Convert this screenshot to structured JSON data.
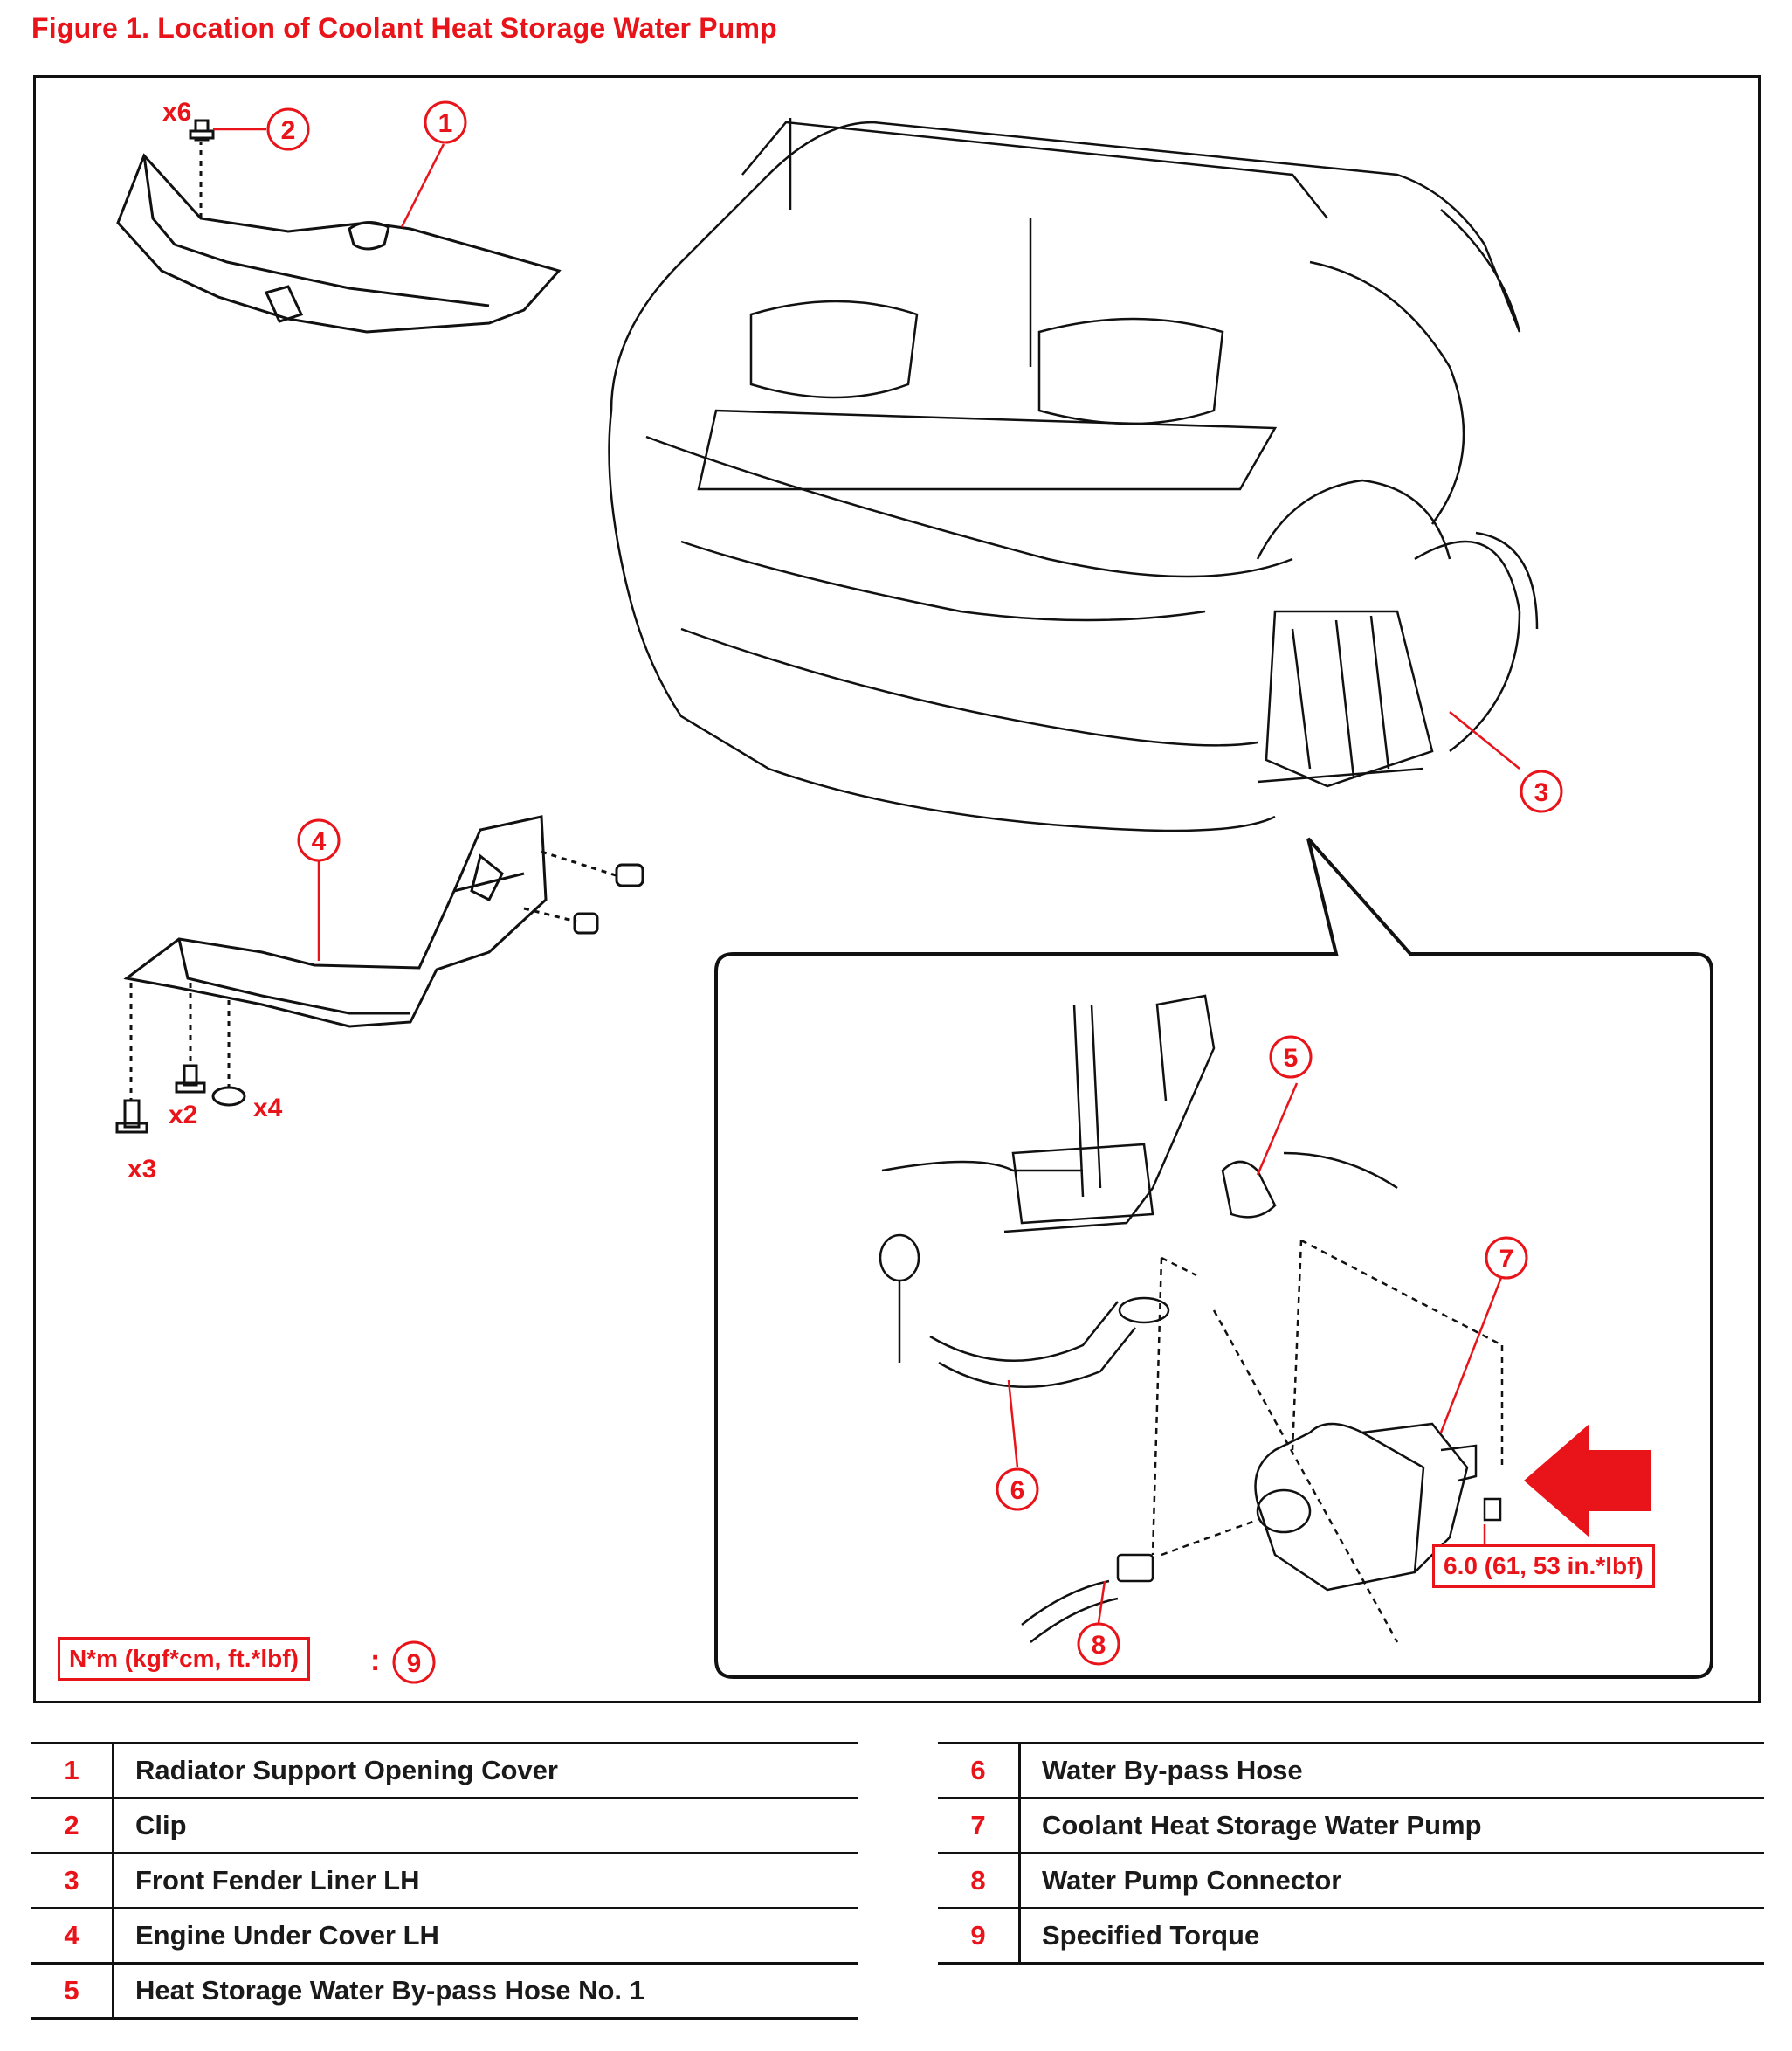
{
  "figure": {
    "title": "Figure 1.  Location of Coolant Heat Storage Water Pump"
  },
  "callouts": {
    "c1": "1",
    "c2": "2",
    "c3": "3",
    "c4": "4",
    "c5": "5",
    "c6": "6",
    "c7": "7",
    "c8": "8",
    "c9": "9"
  },
  "quantities": {
    "clip_count": "x6",
    "bolt_a": "x3",
    "bolt_b": "x2",
    "clip_b": "x4"
  },
  "torque": {
    "spec": "6.0 (61, 53 in.*lbf)",
    "unit_legend": "N*m (kgf*cm, ft.*lbf)",
    "legend_colon": ":"
  },
  "parts_table_left": [
    {
      "num": "1",
      "name": "Radiator Support Opening Cover"
    },
    {
      "num": "2",
      "name": "Clip"
    },
    {
      "num": "3",
      "name": "Front Fender Liner LH"
    },
    {
      "num": "4",
      "name": "Engine Under Cover LH"
    },
    {
      "num": "5",
      "name": "Heat Storage Water By-pass Hose No. 1"
    }
  ],
  "parts_table_right": [
    {
      "num": "6",
      "name": "Water By-pass Hose"
    },
    {
      "num": "7",
      "name": "Coolant Heat Storage Water Pump"
    },
    {
      "num": "8",
      "name": "Water Pump Connector"
    },
    {
      "num": "9",
      "name": "Specified Torque"
    }
  ],
  "colors": {
    "accent_red": "#e8141a",
    "line": "#111111"
  }
}
